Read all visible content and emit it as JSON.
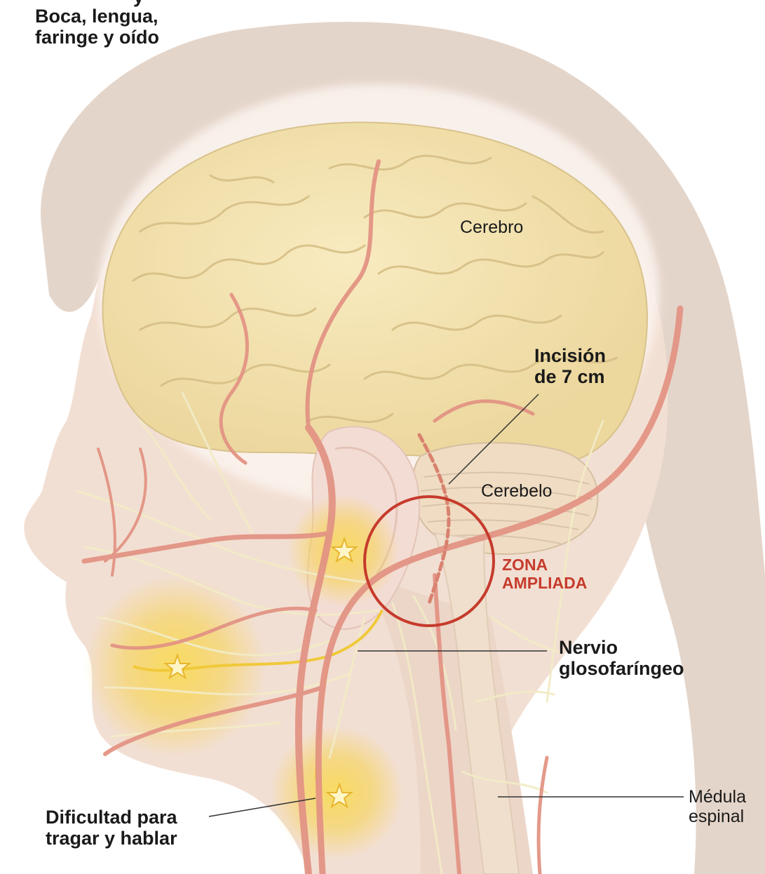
{
  "labels": {
    "top_title_partial": "y",
    "top_title_line1": "Boca, lengua,",
    "top_title_line2": "faringe y oído",
    "cerebro": "Cerebro",
    "incision_line1": "Incisión",
    "incision_line2": "de 7 cm",
    "cerebelo": "Cerebelo",
    "zona_line1": "ZONA",
    "zona_line2": "AMPLIADA",
    "nervio_line1": "Nervio",
    "nervio_line2": "glosofaríngeo",
    "dificultad_line1": "Dificultad para",
    "dificultad_line2": "tragar y hablar",
    "medula_line1": "Médula",
    "medula_line2": "espinal"
  },
  "colors": {
    "skin": "#f1ddd0",
    "hair": "#e2d3c8",
    "brain": "#f3e3b0",
    "brain_fold": "#d9c38c",
    "artery": "#e39484",
    "nerve": "#f2ebc8",
    "glow": "#f7d24a",
    "zone_circle": "#c63b2c",
    "text": "#1a1a1a"
  }
}
